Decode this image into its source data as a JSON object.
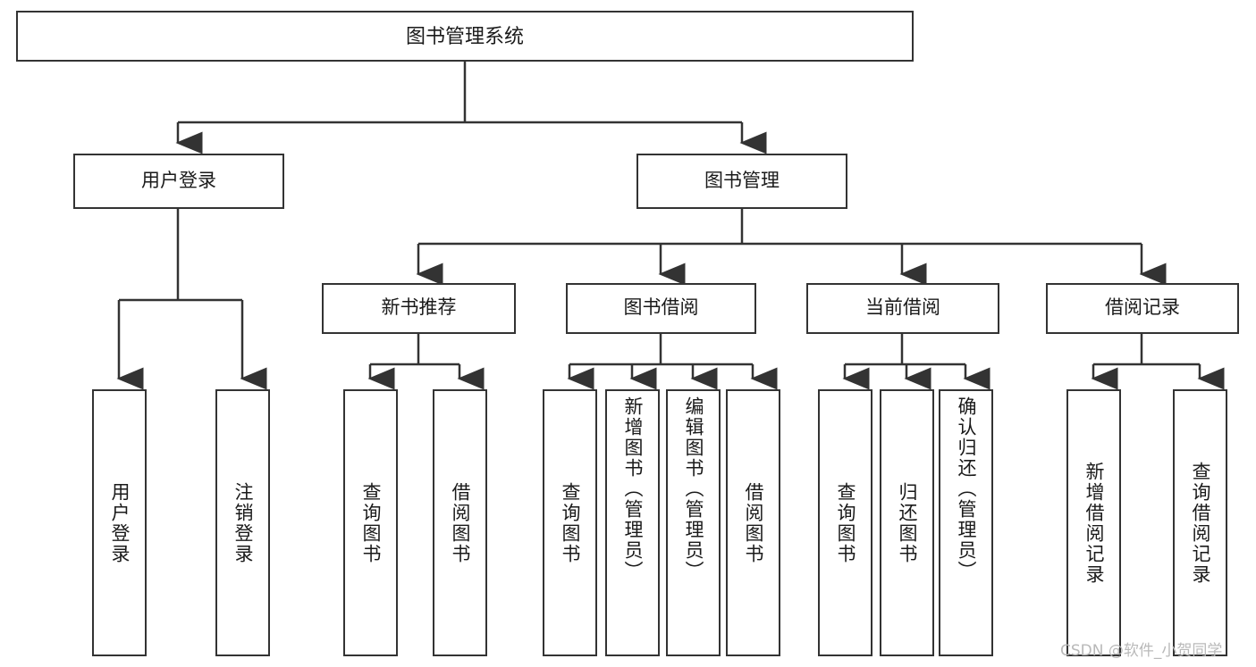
{
  "diagram": {
    "type": "tree",
    "title": "图书管理系统",
    "orientation": "top-down",
    "colors": {
      "node_border": "#333333",
      "node_fill": "#ffffff",
      "edge": "#333333",
      "text": "#1a1a1a",
      "watermark": "#b9b9b9",
      "background": "#ffffff"
    }
  },
  "watermark": {
    "text": "CSDN @软件_小贺同学"
  },
  "nodes": {
    "root": {
      "label": "图书管理系统"
    },
    "level1": [
      {
        "label": "用户登录"
      },
      {
        "label": "图书管理"
      }
    ],
    "level2": [
      {
        "label": "新书推荐"
      },
      {
        "label": "图书借阅"
      },
      {
        "label": "当前借阅"
      },
      {
        "label": "借阅记录"
      }
    ],
    "leaves_user_login": [
      {
        "label": "用户登录"
      },
      {
        "label": "注销登录"
      }
    ],
    "leaves_new_books": [
      {
        "label": "查询图书"
      },
      {
        "label": "借阅图书"
      }
    ],
    "leaves_borrow": [
      {
        "label": "查询图书"
      },
      {
        "label": "新增图书（管理员）"
      },
      {
        "label": "编辑图书（管理员）"
      },
      {
        "label": "借阅图书"
      }
    ],
    "leaves_current": [
      {
        "label": "查询图书"
      },
      {
        "label": "归还图书"
      },
      {
        "label": "确认归还（管理员）"
      }
    ],
    "leaves_records": [
      {
        "label": "新增借阅记录"
      },
      {
        "label": "查询借阅记录"
      }
    ]
  }
}
